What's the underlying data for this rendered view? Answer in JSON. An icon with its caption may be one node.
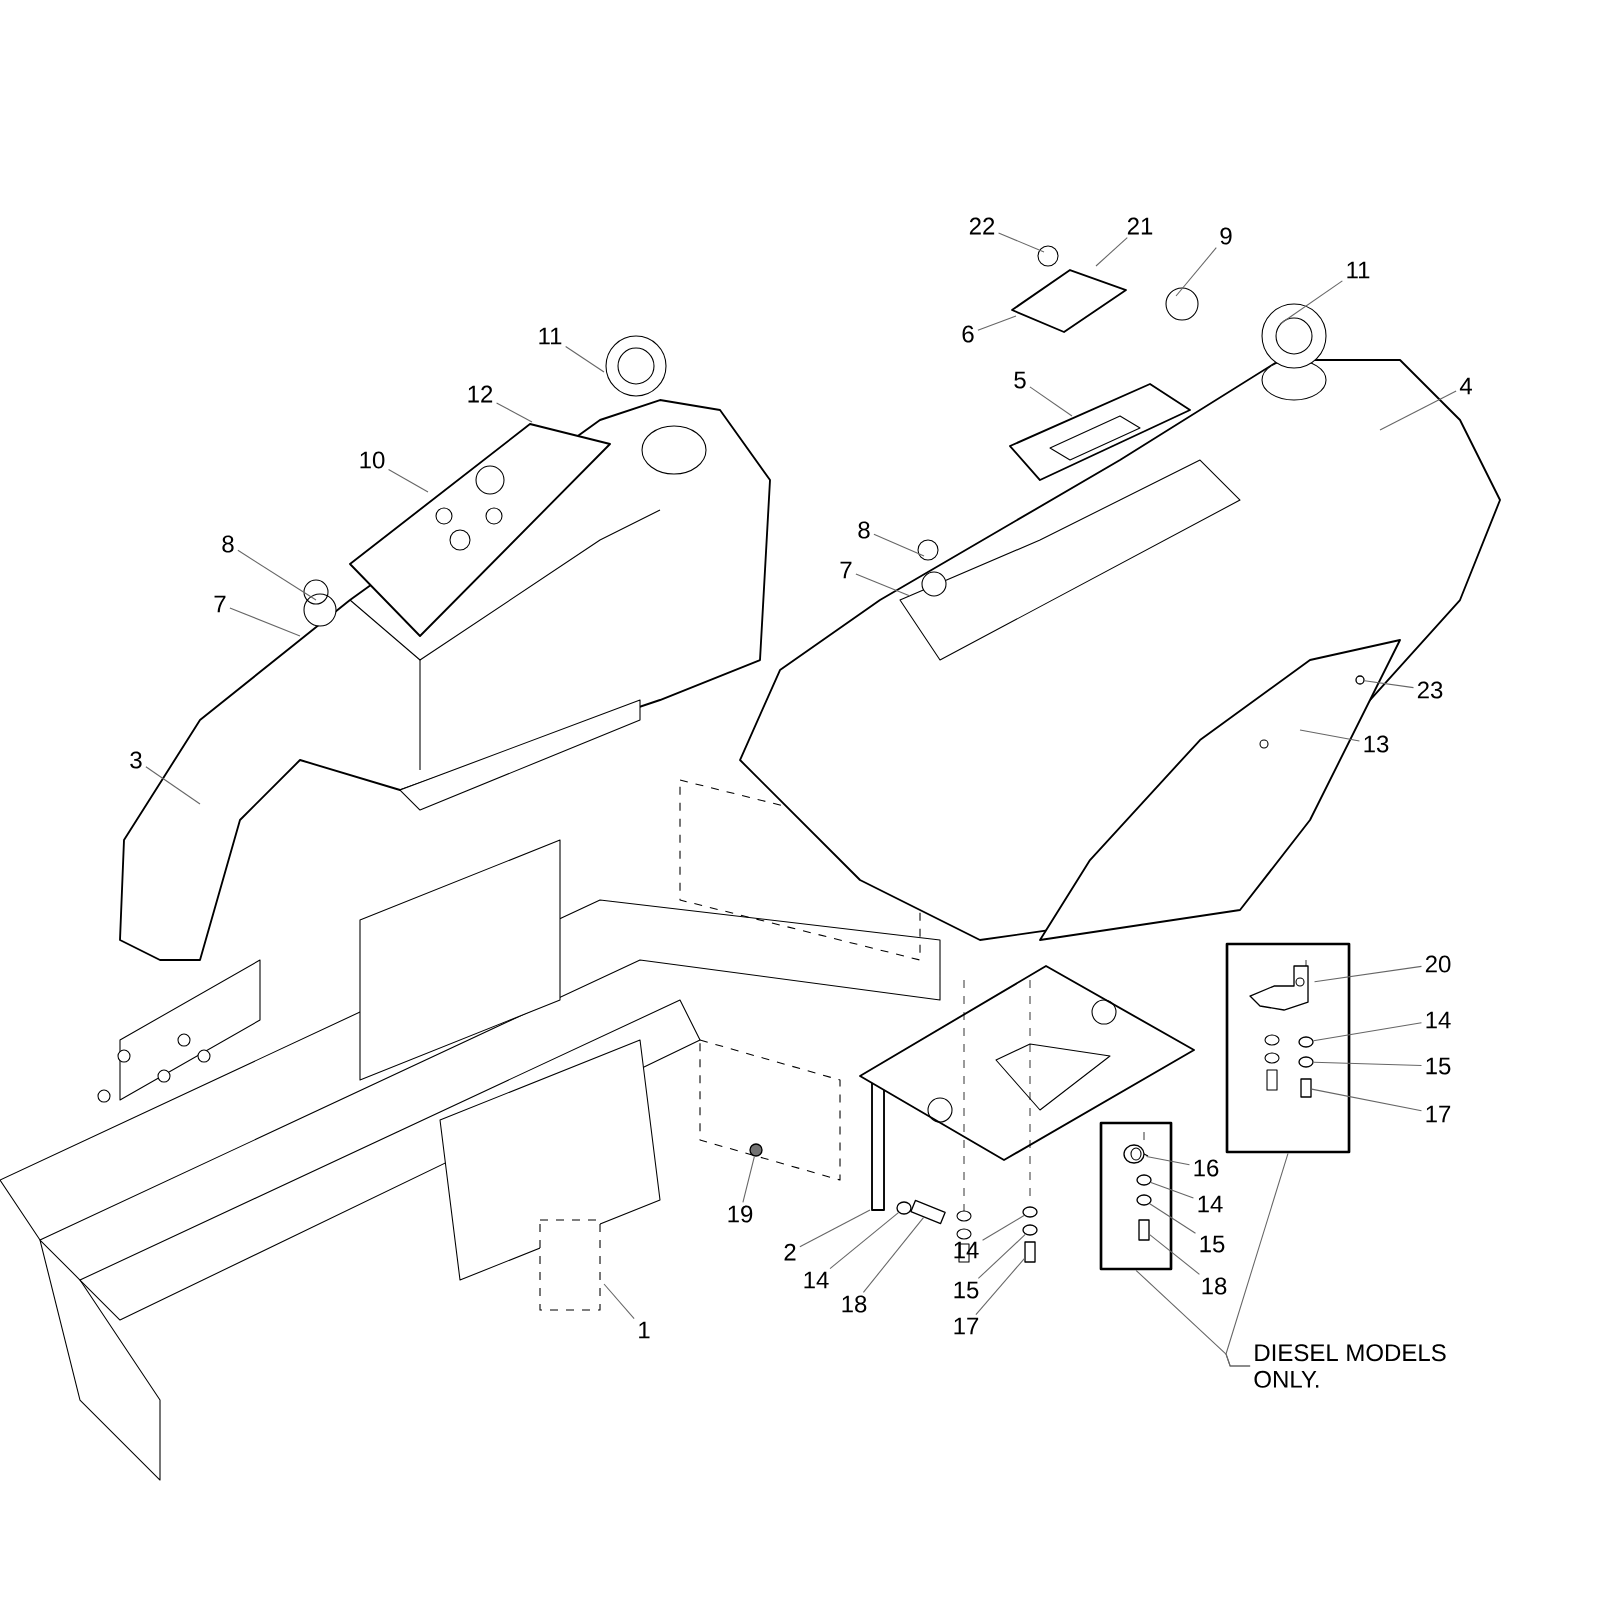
{
  "diagram": {
    "nodes": [
      {
        "text": [
          "22"
        ]
      },
      {
        "text": [
          "21"
        ]
      },
      {
        "text": [
          "9"
        ]
      },
      {
        "text": [
          "11"
        ]
      },
      {
        "text": [
          "6"
        ]
      },
      {
        "text": [
          "11"
        ]
      },
      {
        "text": [
          "5"
        ]
      },
      {
        "text": [
          "4"
        ]
      },
      {
        "text": [
          "12"
        ]
      },
      {
        "text": [
          "10"
        ]
      },
      {
        "text": [
          "8"
        ]
      },
      {
        "text": [
          "8"
        ]
      },
      {
        "text": [
          "7"
        ]
      },
      {
        "text": [
          "7"
        ]
      },
      {
        "text": [
          "23"
        ]
      },
      {
        "text": [
          "13"
        ]
      },
      {
        "text": [
          "3"
        ]
      },
      {
        "text": [],
        "shape": "circle"
      },
      {
        "text": [],
        "shape": "box"
      },
      {
        "text": [],
        "shape": "picture",
        "in": 18
      },
      {
        "text": [],
        "shape": "circle",
        "in": 18
      },
      {
        "text": [],
        "shape": "circle",
        "in": 18
      },
      {
        "text": [],
        "shape": "bar",
        "in": 18
      },
      {
        "text": [
          "20"
        ]
      },
      {
        "text": [
          "14"
        ]
      },
      {
        "text": [
          "15"
        ]
      },
      {
        "text": [
          "17"
        ]
      },
      {
        "text": [],
        "shape": "box"
      },
      {
        "text": [],
        "shape": "picture",
        "in": 27
      },
      {
        "text": [],
        "shape": "circle",
        "in": 27
      },
      {
        "text": [],
        "shape": "circle",
        "in": 27
      },
      {
        "text": [],
        "shape": "bar",
        "in": 27
      },
      {
        "text": [
          "16"
        ]
      },
      {
        "text": [
          "14"
        ]
      },
      {
        "text": [
          "19"
        ]
      },
      {
        "text": [
          "15"
        ]
      },
      {
        "text": [
          "2"
        ]
      },
      {
        "text": [
          "14"
        ]
      },
      {
        "text": [
          "14"
        ]
      },
      {
        "text": [
          "18"
        ]
      },
      {
        "text": [
          "18"
        ]
      },
      {
        "text": [
          "15"
        ]
      },
      {
        "text": [
          "1"
        ]
      },
      {
        "text": [
          "17"
        ]
      },
      {
        "text": [],
        "shape": "circle"
      },
      {
        "text": [],
        "shape": "circle"
      },
      {
        "text": [],
        "shape": "bar"
      },
      {
        "text": [],
        "shape": "circle"
      },
      {
        "text": [
          "DIESEL MODELS ONLY."
        ]
      },
      {
        "text": [],
        "shape": "circle"
      },
      {
        "text": [],
        "shape": "bar"
      }
    ],
    "edges": [
      {
        "from": 0,
        "to": null,
        "arrow": "none"
      },
      {
        "from": 1,
        "to": null,
        "arrow": "none"
      },
      {
        "from": 2,
        "to": null,
        "arrow": "none"
      },
      {
        "from": 3,
        "to": null,
        "arrow": "none"
      },
      {
        "from": 4,
        "to": null,
        "arrow": "none"
      },
      {
        "from": 5,
        "to": null,
        "arrow": "none"
      },
      {
        "from": 6,
        "to": null,
        "arrow": "none"
      },
      {
        "from": 7,
        "to": null,
        "arrow": "none"
      },
      {
        "from": 8,
        "to": null,
        "arrow": "none"
      },
      {
        "from": 9,
        "to": null,
        "arrow": "none"
      },
      {
        "from": 10,
        "to": null,
        "arrow": "none"
      },
      {
        "from": 11,
        "to": null,
        "arrow": "none"
      },
      {
        "from": 12,
        "to": null,
        "arrow": "none"
      },
      {
        "from": 13,
        "to": null,
        "arrow": "none"
      },
      {
        "from": 14,
        "to": 17,
        "arrow": "none"
      },
      {
        "from": 15,
        "to": null,
        "arrow": "none"
      },
      {
        "from": 16,
        "to": null,
        "arrow": "none"
      },
      {
        "from": 23,
        "to": 19,
        "arrow": "none"
      },
      {
        "from": 24,
        "to": 20,
        "arrow": "none"
      },
      {
        "from": 25,
        "to": 21,
        "arrow": "none"
      },
      {
        "from": 26,
        "to": 22,
        "arrow": "none"
      },
      {
        "from": 32,
        "to": 28,
        "arrow": "none"
      },
      {
        "from": 33,
        "to": 29,
        "arrow": "none"
      },
      {
        "from": 34,
        "to": 49,
        "arrow": "none"
      },
      {
        "from": 35,
        "to": 30,
        "arrow": "none"
      },
      {
        "from": 36,
        "to": null,
        "arrow": "none"
      },
      {
        "from": 37,
        "to": 44,
        "arrow": "none"
      },
      {
        "from": 38,
        "to": 45,
        "arrow": "none"
      },
      {
        "from": 39,
        "to": 31,
        "arrow": "none"
      },
      {
        "from": 40,
        "to": 46,
        "arrow": "none"
      },
      {
        "from": 41,
        "to": 47,
        "arrow": "none"
      },
      {
        "from": 42,
        "to": null,
        "arrow": "none"
      },
      {
        "from": 43,
        "to": 50,
        "arrow": "none"
      },
      {
        "from": 48,
        "to": 27,
        "arrow": "none"
      },
      {
        "from": 48,
        "to": 18,
        "arrow": "none"
      }
    ]
  }
}
